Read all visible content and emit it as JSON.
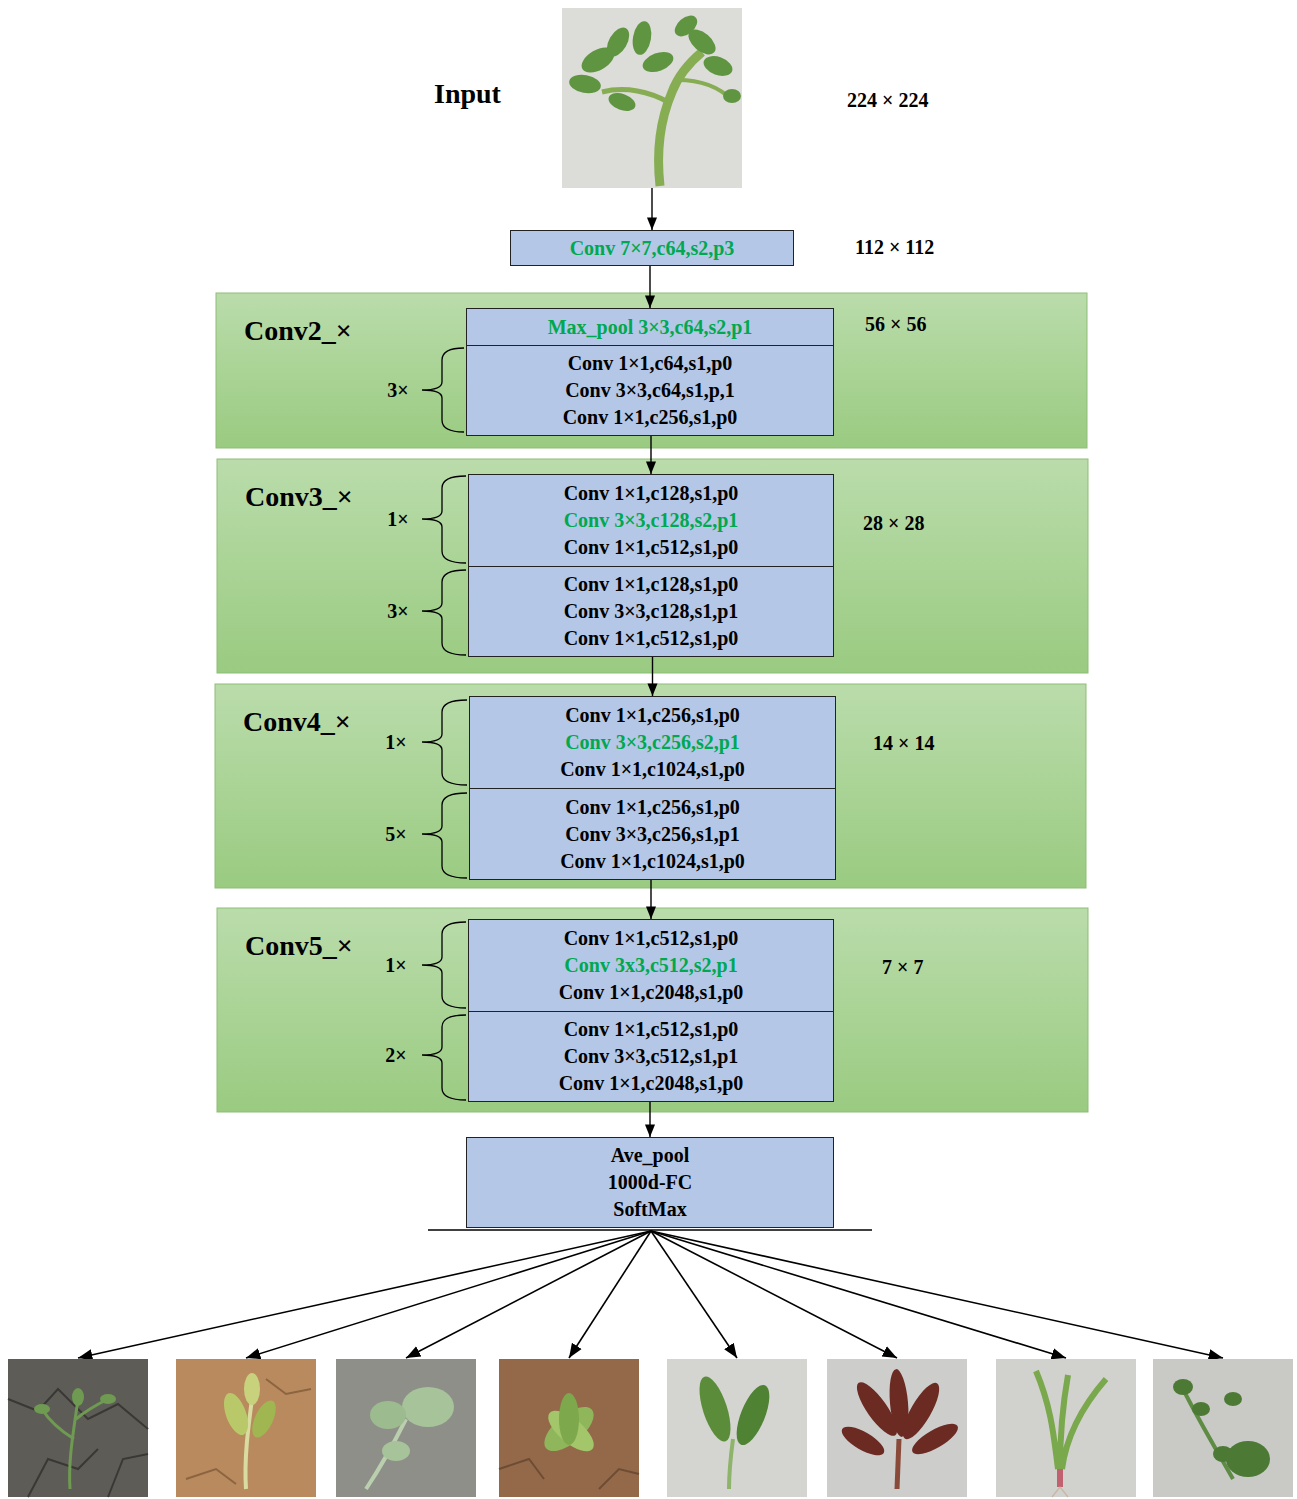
{
  "diagram": {
    "nodes": [
      {
        "text": [
          "Input"
        ]
      },
      {
        "text": [
          "Conv 7×7,c64,s2,p3"
        ]
      },
      {
        "text": [
          "Conv2_×"
        ]
      },
      {
        "text": [
          "Max_pool 3×3,c64,s2,p1"
        ],
        "in": 2
      },
      {
        "text": [
          "Conv 1×1,c64,s1,p0",
          "Conv 3×3,c64,s1,p,1",
          "Conv 1×1,c256,s1,p0"
        ],
        "in": 2
      },
      {
        "text": [
          "Conv3_×"
        ]
      },
      {
        "text": [
          "Conv 1×1,c128,s1,p0",
          "Conv 3×3,c128,s2,p1",
          "Conv 1×1,c512,s1,p0"
        ],
        "in": 5
      },
      {
        "text": [
          "Conv 1×1,c128,s1,p0",
          "Conv 3×3,c128,s1,p1",
          "Conv 1×1,c512,s1,p0"
        ],
        "in": 5
      },
      {
        "text": [
          "Conv4_×"
        ]
      },
      {
        "text": [
          "Conv 1×1,c256,s1,p0",
          "Conv 3×3,c256,s2,p1",
          "Conv 1×1,c1024,s1,p0"
        ],
        "in": 8
      },
      {
        "text": [
          "Conv 1×1,c256,s1,p0",
          "Conv 3×3,c256,s1,p1",
          "Conv 1×1,c1024,s1,p0"
        ],
        "in": 8
      },
      {
        "text": [
          "Conv5_×"
        ]
      },
      {
        "text": [
          "Conv 1×1,c512,s1,p0",
          "Conv 3x3,c512,s2,p1",
          "Conv 1×1,c2048,s1,p0"
        ],
        "in": 11
      },
      {
        "text": [
          "Conv 1×1,c512,s1,p0",
          "Conv 3×3,c512,s1,p1",
          "Conv 1×1,c2048,s1,p0"
        ],
        "in": 11
      },
      {
        "text": [
          "Ave_pool",
          "1000d-FC",
          "SoftMax"
        ]
      }
    ],
    "edges": [
      {
        "from": 0,
        "to": 1,
        "arrow": "to"
      },
      {
        "from": 1,
        "to": 3,
        "arrow": "to"
      },
      {
        "from": 4,
        "to": 6,
        "arrow": "to"
      },
      {
        "from": 7,
        "to": 9,
        "arrow": "to"
      },
      {
        "from": 10,
        "to": 12,
        "arrow": "to"
      },
      {
        "from": 13,
        "to": 14,
        "arrow": "to"
      }
    ],
    "labels": [
      "224 × 224",
      "112 × 112",
      "56 × 56",
      "3×",
      "28 × 28",
      "1×",
      "3×",
      "14 × 14",
      "1×",
      "5×",
      "7 × 7",
      "1×",
      "2×"
    ]
  }
}
